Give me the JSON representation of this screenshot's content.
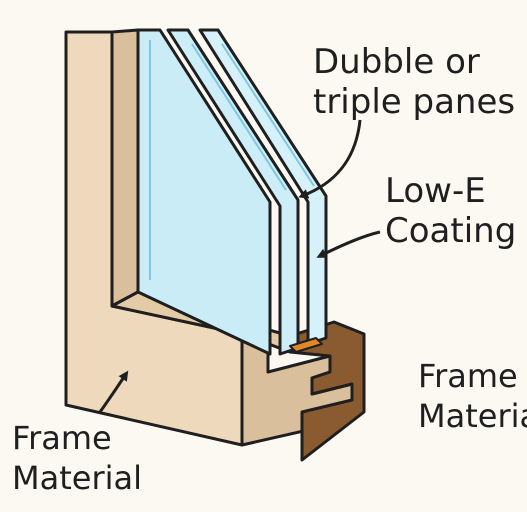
{
  "labels": {
    "panes": {
      "line1": "Dubble or",
      "line2": "triple panes"
    },
    "low_e": {
      "line1": "Low-E",
      "line2": "Coating"
    },
    "frame_left": {
      "line1": "Frame",
      "line2": "Material"
    },
    "frame_right": {
      "line1": "Frame",
      "line2": "Material"
    }
  },
  "colors": {
    "background": "#fcf9f3",
    "frame_face": "#eed9bd",
    "frame_shadow": "#d9bf9b",
    "frame_dark": "#8a5a30",
    "glass": "#c9ecf7",
    "glass_edge": "#7fc7e3",
    "spacer": "#e0872a",
    "outline": "#1f1f1f"
  }
}
